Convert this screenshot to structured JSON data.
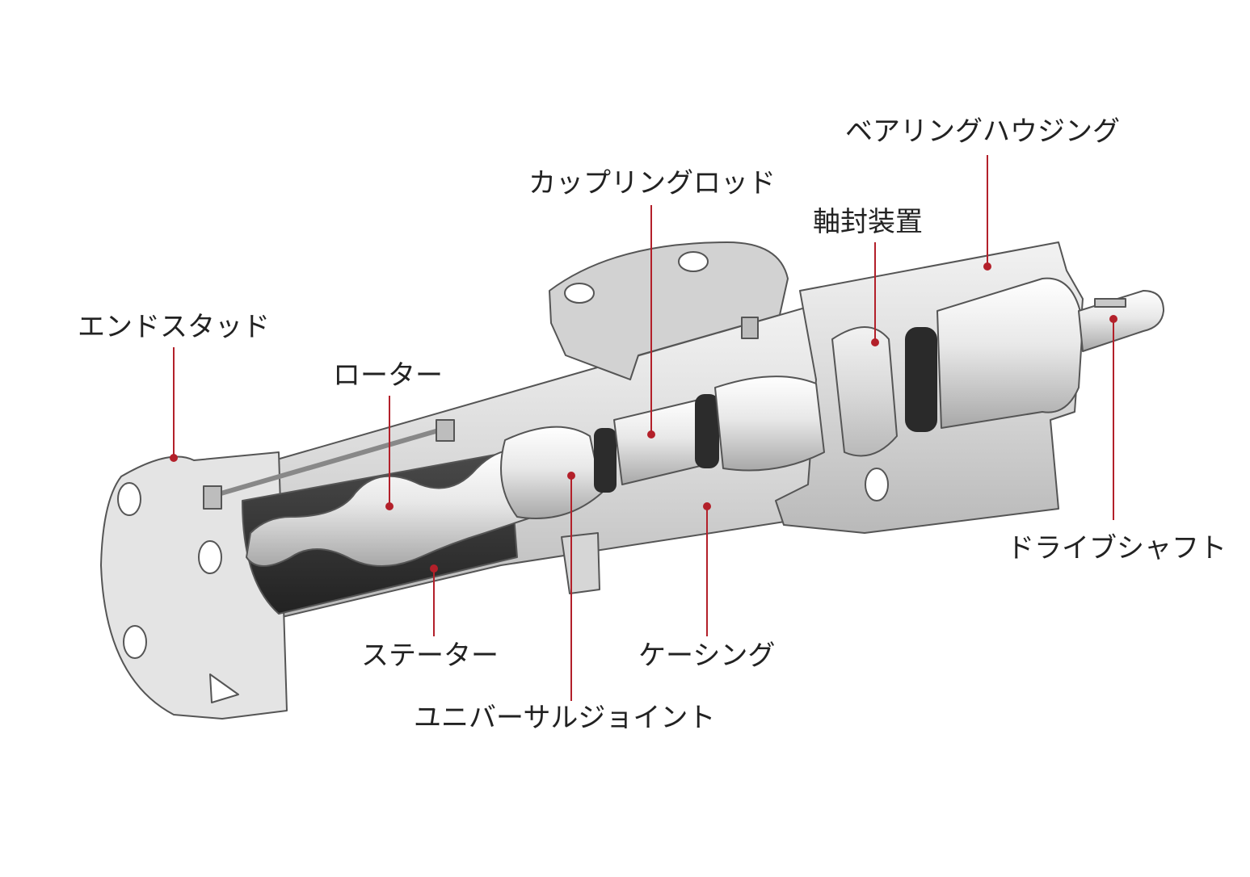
{
  "colors": {
    "leader": "#b3202a",
    "metal": "#dcdcdc",
    "metal_dark": "#a9a9a9",
    "rubber": "#3a3a3a",
    "outline": "#555555",
    "text": "#222222"
  },
  "labels": {
    "bearing_housing": "ベアリングハウジング",
    "coupling_rod": "カップリングロッド",
    "shaft_seal": "軸封装置",
    "end_stud": "エンドスタッド",
    "rotor": "ローター",
    "drive_shaft": "ドライブシャフト",
    "stator": "ステーター",
    "casing": "ケーシング",
    "universal_joint": "ユニバーサルジョイント"
  }
}
